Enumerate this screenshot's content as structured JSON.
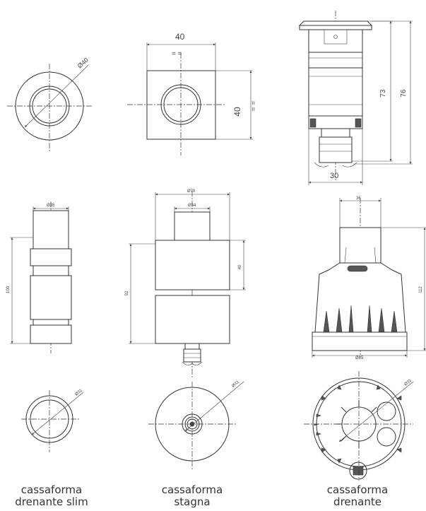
{
  "dimensions": {
    "ring_diameter": "Ø40",
    "square_width": "40",
    "square_height": "40",
    "equal_mark": "= =",
    "fixture_height_inner": "73",
    "fixture_height_outer": "76",
    "fixture_width": "30",
    "slim_width": "Ø35",
    "slim_height": "100",
    "stagna_outer": "Ø70",
    "stagna_inner": "Ø34",
    "stagna_height": "92",
    "stagna_upper": "40",
    "drenante_top": "36",
    "drenante_bottom": "Ø85",
    "drenante_height": "112",
    "slim_top_diam": "Ø31",
    "stagna_top_diam": "Ø31",
    "drenante_top_diam": "Ø31"
  },
  "captions": [
    {
      "line1": "cassaforma",
      "line2": "drenante slim"
    },
    {
      "line1": "cassaforma",
      "line2": "stagna"
    },
    {
      "line1": "cassaforma",
      "line2": "drenante"
    }
  ]
}
